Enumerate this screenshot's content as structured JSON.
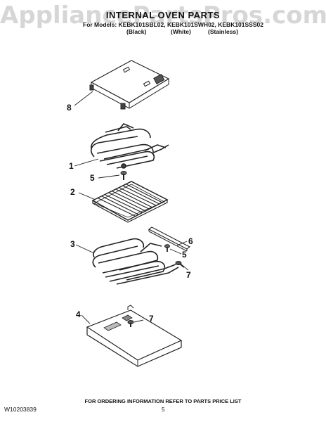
{
  "watermark": "AppliancePartsPros.com",
  "title": "INTERNAL OVEN PARTS",
  "models_line": "For Models: KEBK101SBL02, KEBK101SWH02, KEBK101SSS02",
  "variants": [
    "(Black)",
    "(White)",
    "(Stainless)"
  ],
  "callouts": {
    "c8": "8",
    "c1": "1",
    "c5a": "5",
    "c2": "2",
    "c3": "3",
    "c6": "6",
    "c5b": "5",
    "c7a": "7",
    "c4": "4",
    "c7b": "7"
  },
  "footer_note": "FOR ORDERING INFORMATION REFER TO PARTS PRICE LIST",
  "doc_id": "W10203839",
  "page_number": "5"
}
